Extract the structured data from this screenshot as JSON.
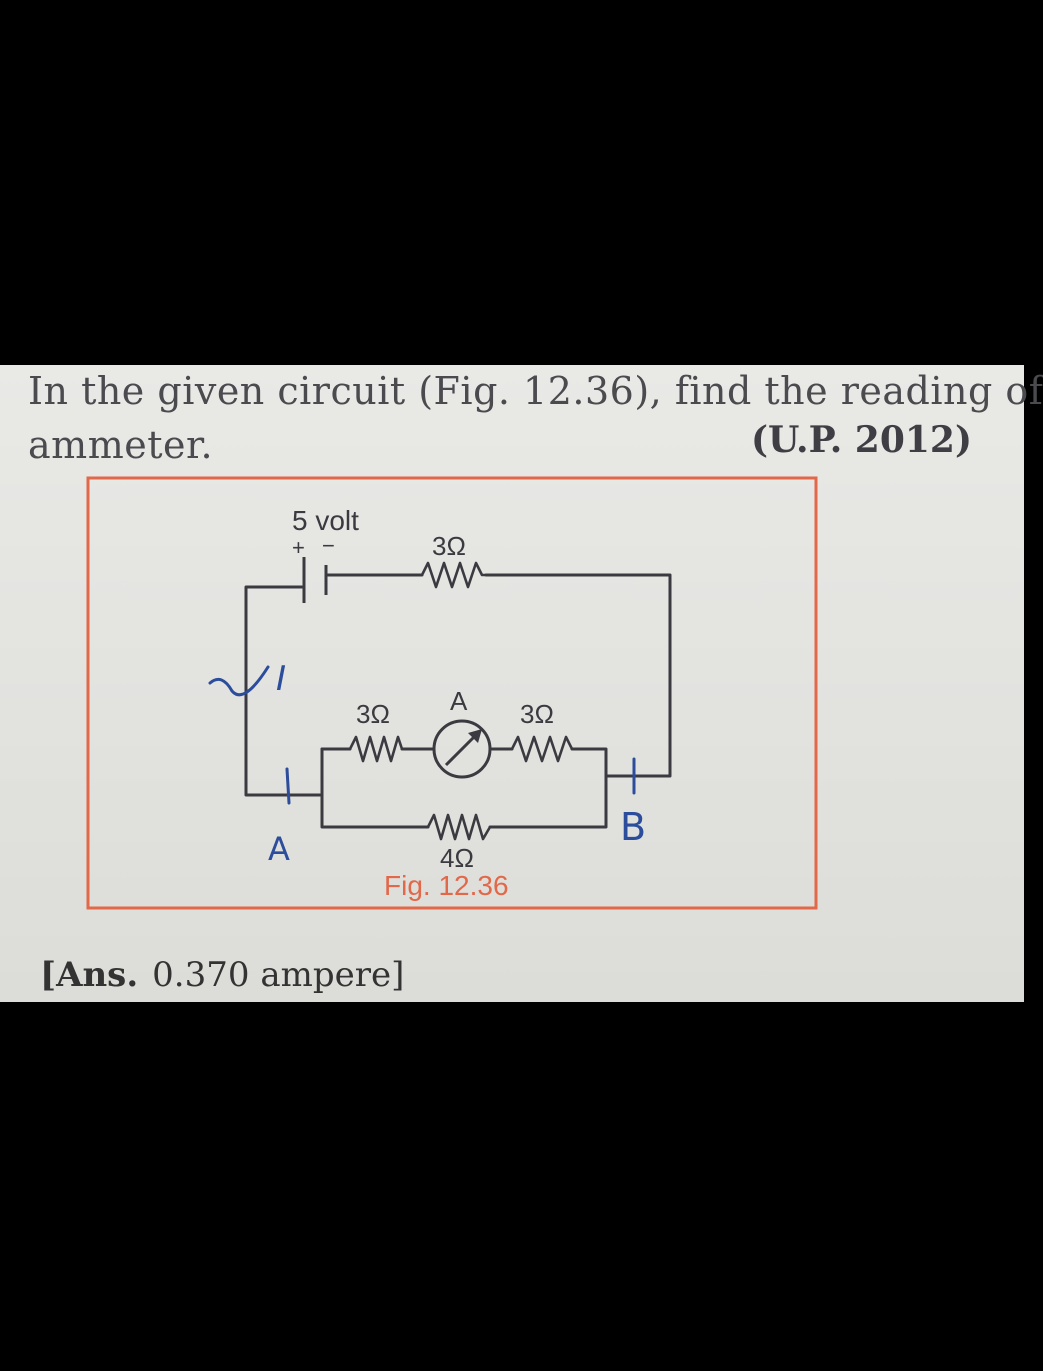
{
  "question": {
    "line1": "In the given circuit (Fig. 12.36), find the reading of",
    "line2": "ammeter.",
    "source": "(U.P. 2012)"
  },
  "figure": {
    "battery_label": "5 volt",
    "battery_plus": "+",
    "battery_minus": "−",
    "top_resistor": "3Ω",
    "left_branch_resistor": "3Ω",
    "ammeter_label": "A",
    "right_branch_resistor": "3Ω",
    "bottom_resistor": "4Ω",
    "caption": "Fig. 12.36",
    "handwritten_current": "I",
    "handwritten_node_a": "A",
    "handwritten_node_b": "B"
  },
  "answer": {
    "tag": "[Ans.",
    "value": "0.370 ampere]"
  },
  "colors": {
    "frame": "#e2684a",
    "ink": "#3a3a40",
    "pen": "#2b4d9c"
  }
}
